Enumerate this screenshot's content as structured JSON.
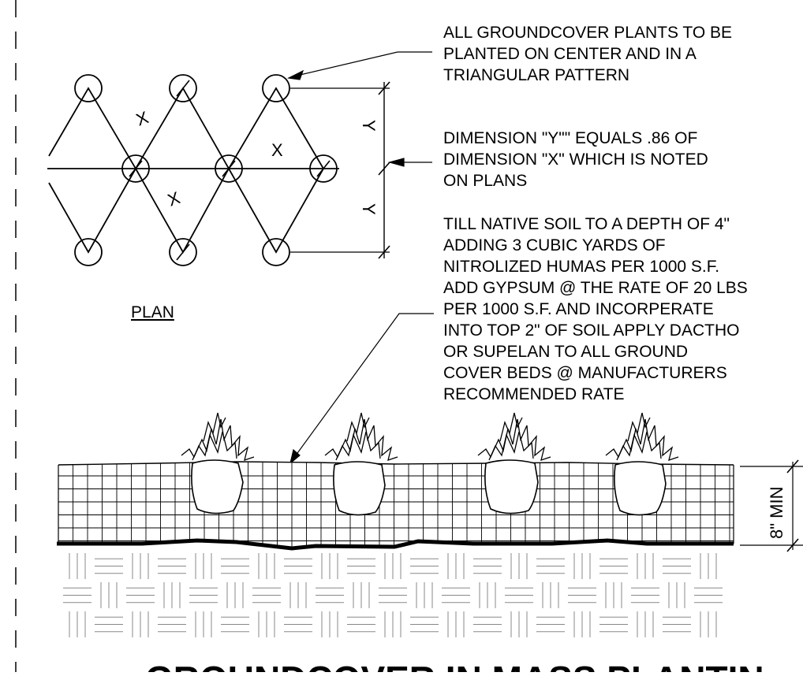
{
  "plan": {
    "label": "PLAN",
    "dimension_x_label": "X",
    "dimension_y_label": "Y"
  },
  "notes": {
    "note1": [
      "ALL GROUNDCOVER PLANTS TO BE",
      "PLANTED ON CENTER AND IN A",
      "TRIANGULAR PATTERN"
    ],
    "note2": [
      "DIMENSION \"Y\"\" EQUALS .86 OF",
      "DIMENSION \"X\" WHICH IS NOTED",
      "ON PLANS"
    ],
    "note3": [
      "TILL NATIVE SOIL TO A DEPTH OF 4\"",
      "ADDING 3 CUBIC YARDS OF",
      "NITROLIZED HUMAS PER 1000 S.F.",
      "ADD GYPSUM @ THE RATE OF 20 LBS",
      "PER 1000 S.F. AND INCORPERATE",
      "INTO TOP 2\" OF SOIL APPLY DACTHO",
      "OR SUPELAN TO ALL GROUND",
      "COVER BEDS @ MANUFACTURERS",
      "RECOMMENDED RATE"
    ]
  },
  "section": {
    "depth_label": "8\" MIN"
  },
  "title": "GROUNDCOVER IN MASS PLANTIN"
}
